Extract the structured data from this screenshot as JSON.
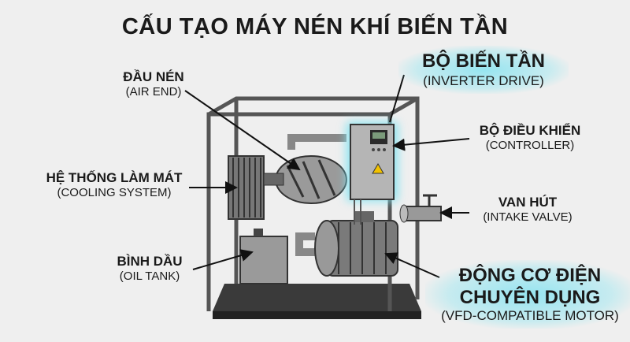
{
  "title": "CẤU TẠO MÁY NÉN KHÍ BIẾN TẦN",
  "labels": {
    "air_end": {
      "vi": "ĐẦU NÉN",
      "en": "(AIR END)"
    },
    "cooling": {
      "vi": "HỆ THỐNG LÀM MÁT",
      "en": "(COOLING SYSTEM)"
    },
    "oil_tank": {
      "vi": "BÌNH DẦU",
      "en": "(OIL TANK)"
    },
    "inverter": {
      "vi": "BỘ BIẾN TẦN",
      "en": "(INVERTER DRIVE)"
    },
    "controller": {
      "vi": "BỘ ĐIỀU KHIỂN",
      "en": "(CONTROLLER)"
    },
    "intake": {
      "vi": "VAN HÚT",
      "en": "(INTAKE VALVE)"
    },
    "motor": {
      "vi1": "ĐỘNG CƠ ĐIỆN",
      "vi2": "CHUYÊN DỤNG",
      "en": "(VFD-COMPATIBLE MOTOR)"
    }
  },
  "colors": {
    "highlight": "#7fe3f0",
    "background": "#efefef"
  }
}
